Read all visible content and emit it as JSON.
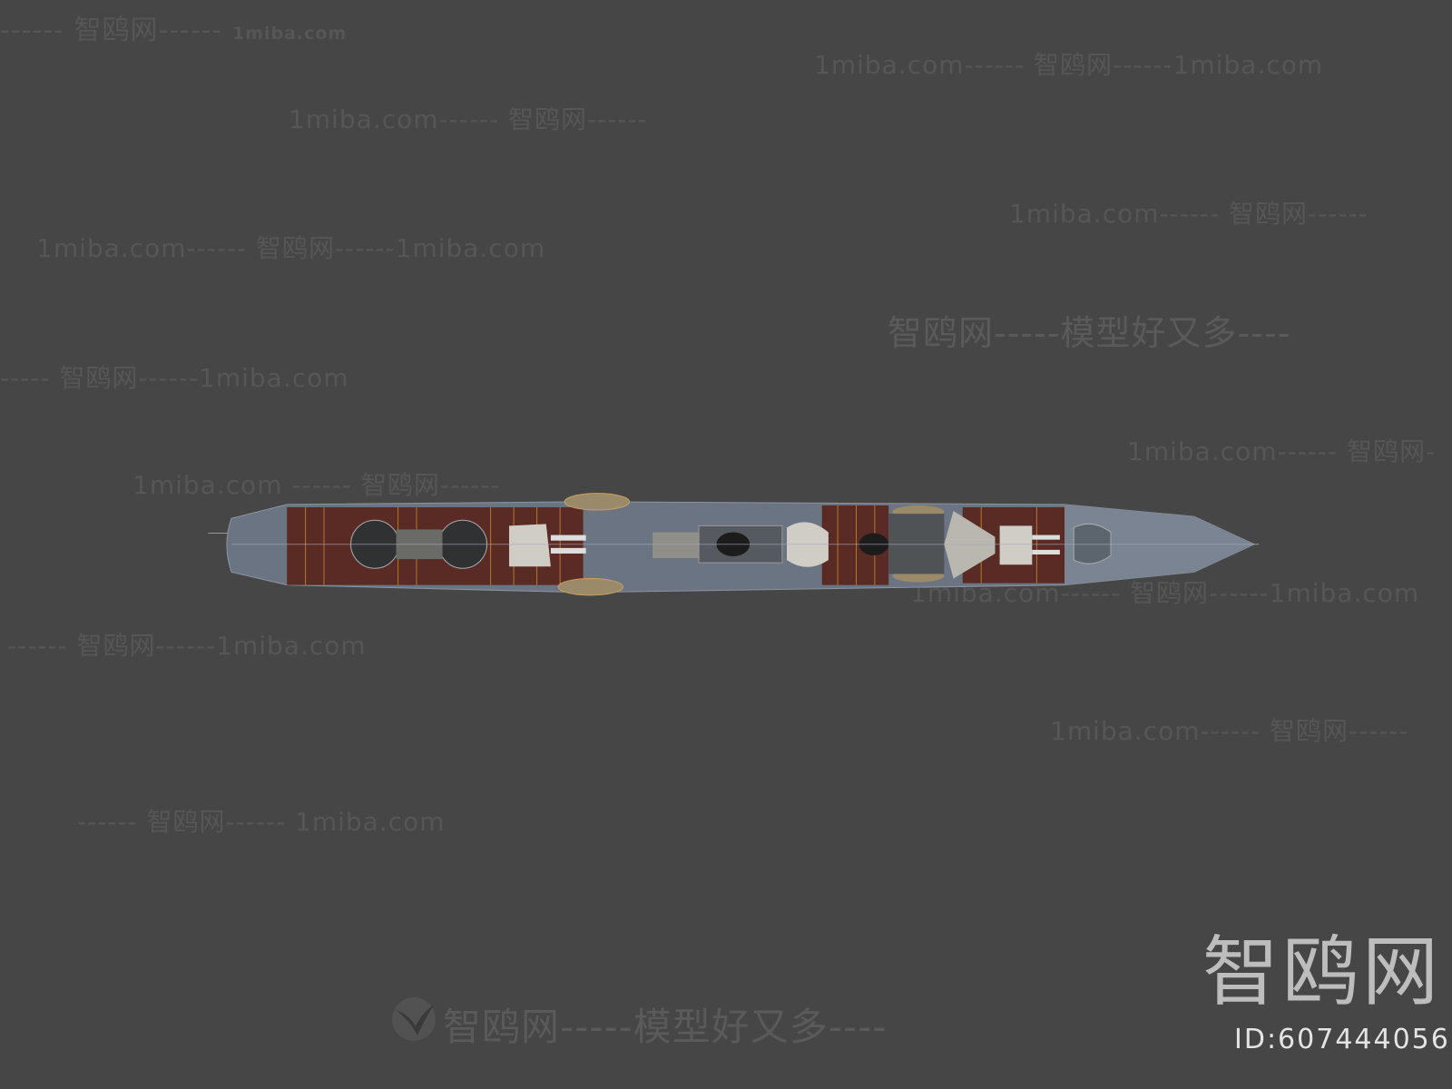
{
  "watermarks": [
    "------ 智鸥网------ ",
    "1miba.com",
    "1miba.com------ 智鸥网------1miba.com",
    "1miba.com------ 智鸥网------",
    "1miba.com------ 智鸥网------",
    "1miba.com------ 智鸥网------1miba.com",
    "智鸥网-----模型好又多----",
    "----- 智鸥网------1miba.com",
    "1miba.com ------ 智鸥网------",
    "1miba.com------ 智鸥网-",
    "1miba.com------ 智鸥网------1miba.com",
    "------ 智鸥网------1miba.com",
    "1miba.com------ 智鸥网------",
    "------ 智鸥网------ 1miba.com",
    "智鸥网-----模型好又多----"
  ],
  "logo": {
    "text": "智鸥网",
    "id_label": "ID:607444056"
  },
  "colors": {
    "background": "#464646",
    "deck_wood": "#5a2a24",
    "hull": "#6b7482",
    "watermark": "#565656"
  }
}
